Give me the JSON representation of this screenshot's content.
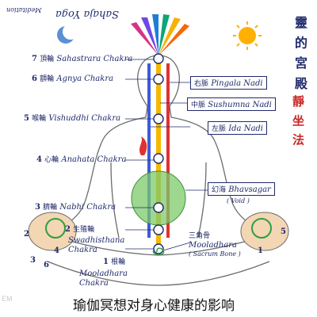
{
  "title": {
    "line1": "Sahaja Yoga",
    "line2": "Meditation"
  },
  "vertical_title": "靈 的 宮 殿",
  "vertical_subtitle": "靜 坐 法",
  "chakras": [
    {
      "number": "7",
      "cn": "頂輪",
      "name": "Sahastrara Chakra"
    },
    {
      "number": "6",
      "cn": "額輪",
      "name": "Agnya Chakra"
    },
    {
      "number": "5",
      "cn": "喉輪",
      "name": "Vishuddhi Chakra"
    },
    {
      "number": "4",
      "cn": "心輪",
      "name": "Anahata Chakra"
    },
    {
      "number": "3",
      "cn": "臍輪",
      "name": "Nabhi Chakra"
    },
    {
      "number": "2",
      "cn": "生殖輪",
      "name": "Swadhisthana Chakra"
    },
    {
      "number": "1",
      "cn": "根輪",
      "name": "Mooladhara Chakra"
    }
  ],
  "nadis": [
    {
      "cn": "右脈",
      "name": "Pingala Nadi"
    },
    {
      "cn": "中脈",
      "name": "Sushumna Nadi"
    },
    {
      "cn": "左脈",
      "name": "Ida Nadi"
    }
  ],
  "bhavsagar": {
    "cn": "幻海",
    "name": "Bhavsagar",
    "sub": "( Void )"
  },
  "triangle": {
    "cn": "三角骨",
    "name": "Mooladhara",
    "sub": "( Sacrum Bone )"
  },
  "hand_numbers_left": [
    "2",
    "6",
    "4",
    "3"
  ],
  "hand_numbers_right": [
    "5",
    "1"
  ],
  "caption": "瑜伽冥想对身心健康的影响",
  "watermark": "EM",
  "colors": {
    "ink": "#1f2a6b",
    "body_outline": "#6c6c6c",
    "center_channel": "#f5b800",
    "left_channel": "#3b5bdb",
    "right_channel": "#e03131",
    "void": "#7cc96b",
    "sun": "#ffb000",
    "moon": "#5b8fd6",
    "kundalini": "#2f9e44"
  }
}
